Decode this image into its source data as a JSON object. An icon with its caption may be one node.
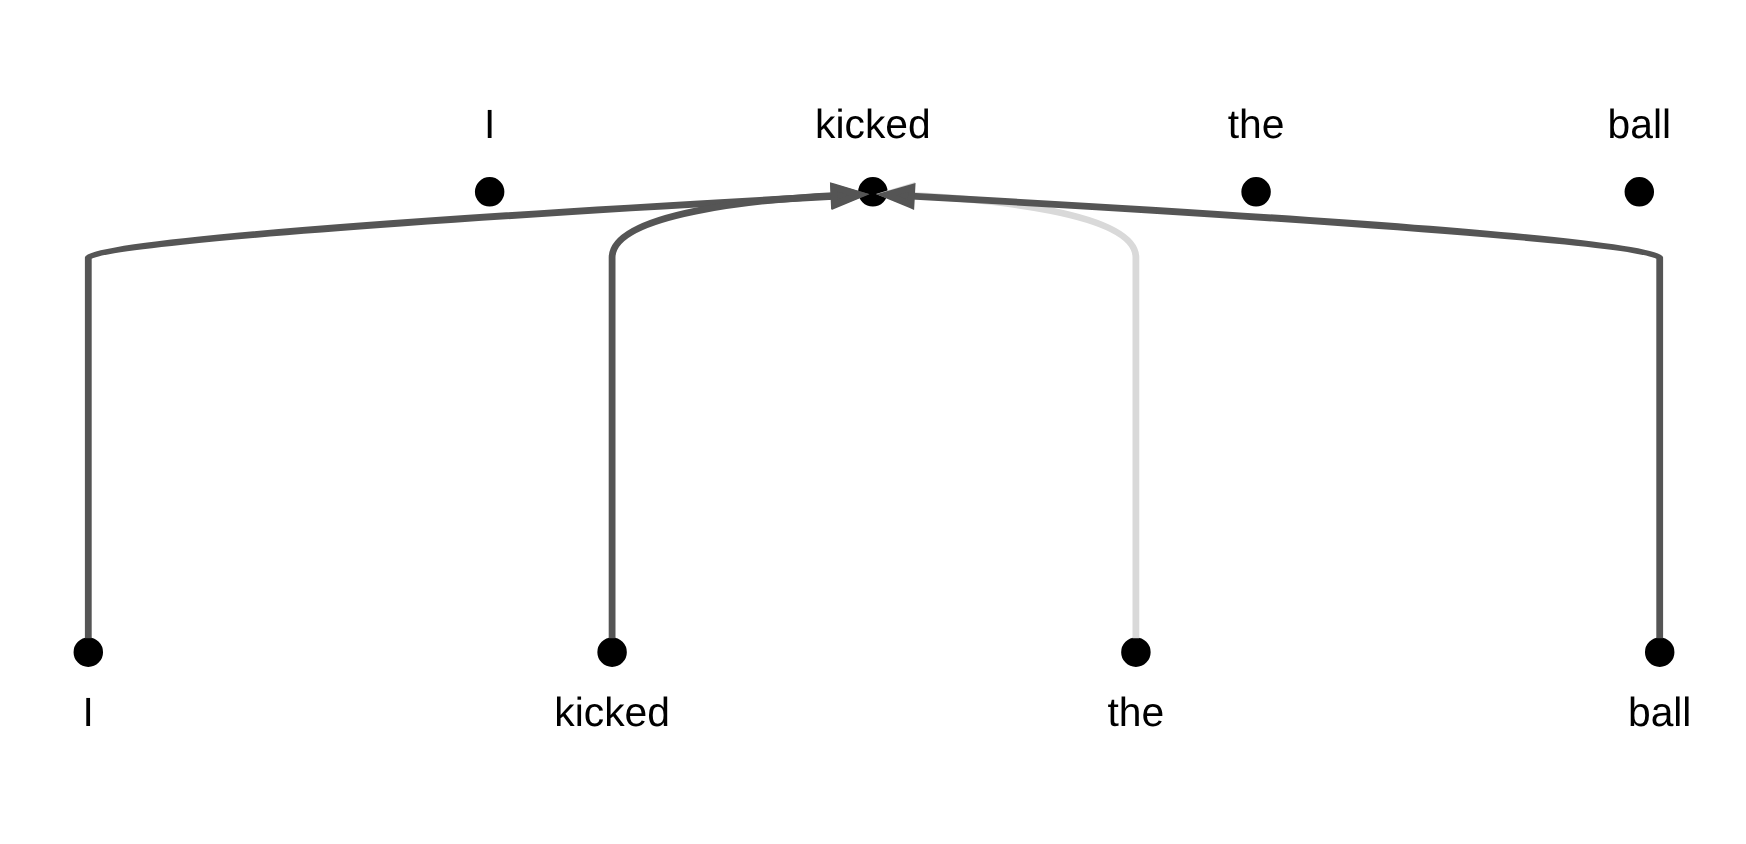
{
  "diagram": {
    "nodes": [
      {
        "text": [],
        "shape": "circle",
        "beside": [
          "I"
        ]
      },
      {
        "text": [],
        "shape": "circle",
        "beside": [
          "kicked"
        ]
      },
      {
        "text": [],
        "shape": "circle",
        "beside": [
          "the"
        ]
      },
      {
        "text": [],
        "shape": "circle",
        "beside": [
          "ball"
        ]
      },
      {
        "text": [],
        "shape": "circle",
        "beside": [
          "I"
        ]
      },
      {
        "text": [],
        "shape": "circle",
        "beside": [
          "kicked"
        ]
      },
      {
        "text": [],
        "shape": "circle",
        "beside": [
          "the"
        ]
      },
      {
        "text": [],
        "shape": "circle",
        "beside": [
          "ball"
        ]
      }
    ],
    "edges": [
      {
        "from": 4,
        "to": 1,
        "arrow": "to"
      },
      {
        "from": 5,
        "to": 1,
        "arrow": "to"
      },
      {
        "from": 6,
        "to": 1,
        "arrow": "to",
        "color": "#d9d9d9"
      },
      {
        "from": 7,
        "to": 1,
        "arrow": "to"
      }
    ]
  }
}
